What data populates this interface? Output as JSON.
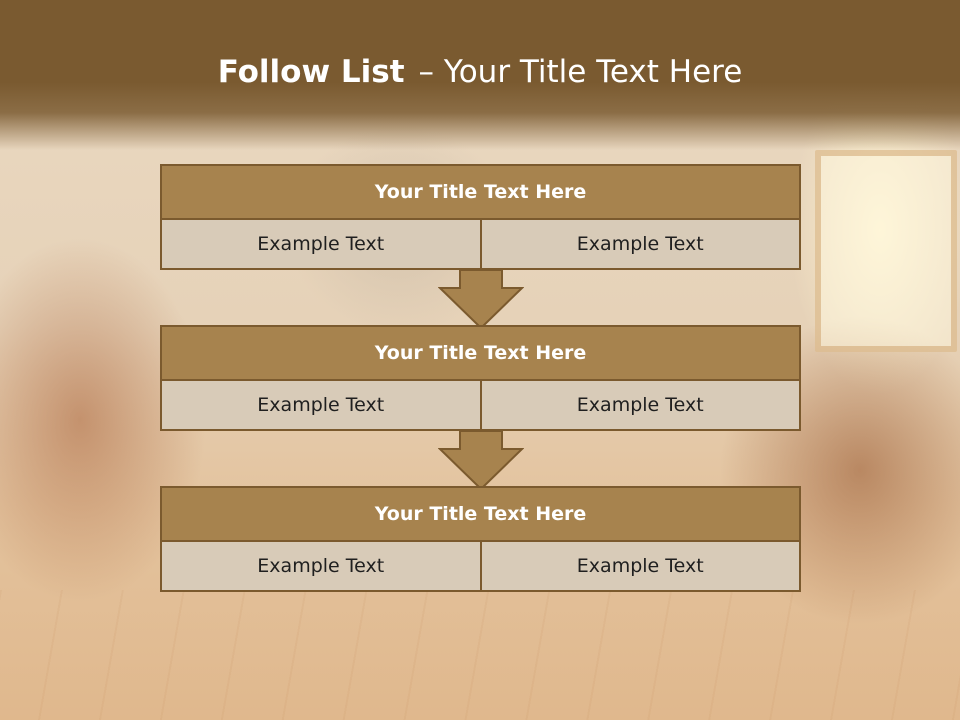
{
  "slide": {
    "title_bold": "Follow List",
    "title_rest": "– Your Title Text Here"
  },
  "blocks": [
    {
      "title": "Your Title Text Here",
      "cells": [
        "Example Text",
        "Example Text"
      ]
    },
    {
      "title": "Your Title Text Here",
      "cells": [
        "Example Text",
        "Example Text"
      ]
    },
    {
      "title": "Your Title Text Here",
      "cells": [
        "Example Text",
        "Example Text"
      ]
    }
  ],
  "colors": {
    "header": "#7a5a30",
    "block_title": "#a7834e",
    "block_cell": "#d8cbb8",
    "arrow": "#a7834e",
    "border": "#7b5a2e"
  },
  "icons": [
    "down-arrow-icon"
  ]
}
